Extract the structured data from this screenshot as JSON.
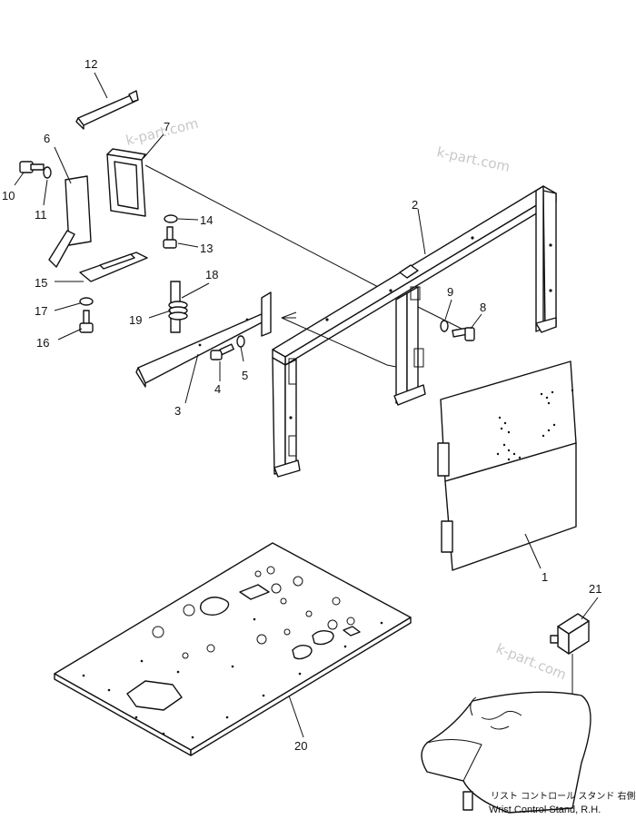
{
  "diagram": {
    "callouts": [
      "1",
      "2",
      "3",
      "4",
      "5",
      "6",
      "7",
      "8",
      "9",
      "10",
      "11",
      "12",
      "13",
      "14",
      "15",
      "16",
      "17",
      "18",
      "19",
      "20",
      "21"
    ],
    "watermark": "k-part.com",
    "caption_jp": "リスト コントロール スタンド 右側",
    "caption_en": "Wrist Control Stand, R.H."
  }
}
